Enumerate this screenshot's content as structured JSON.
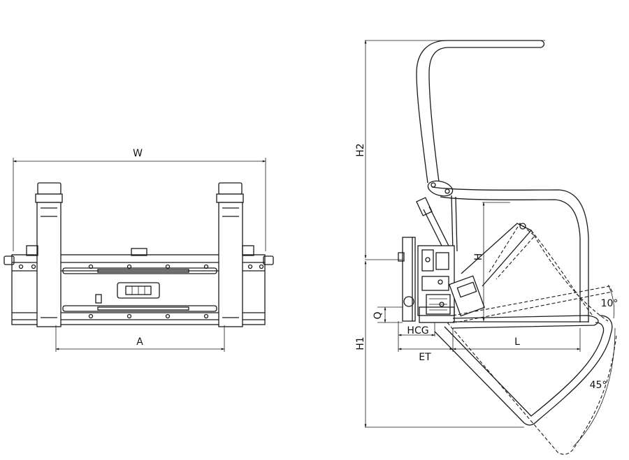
{
  "labels": {
    "width": "W",
    "fork_spacing": "A",
    "height_top": "H2",
    "height_bottom": "H1",
    "height_opening": "H",
    "offset": "Q",
    "load_center": "HCG",
    "effective_thickness": "ET",
    "length": "L",
    "angle_upper": "10°",
    "angle_lower": "45°"
  }
}
